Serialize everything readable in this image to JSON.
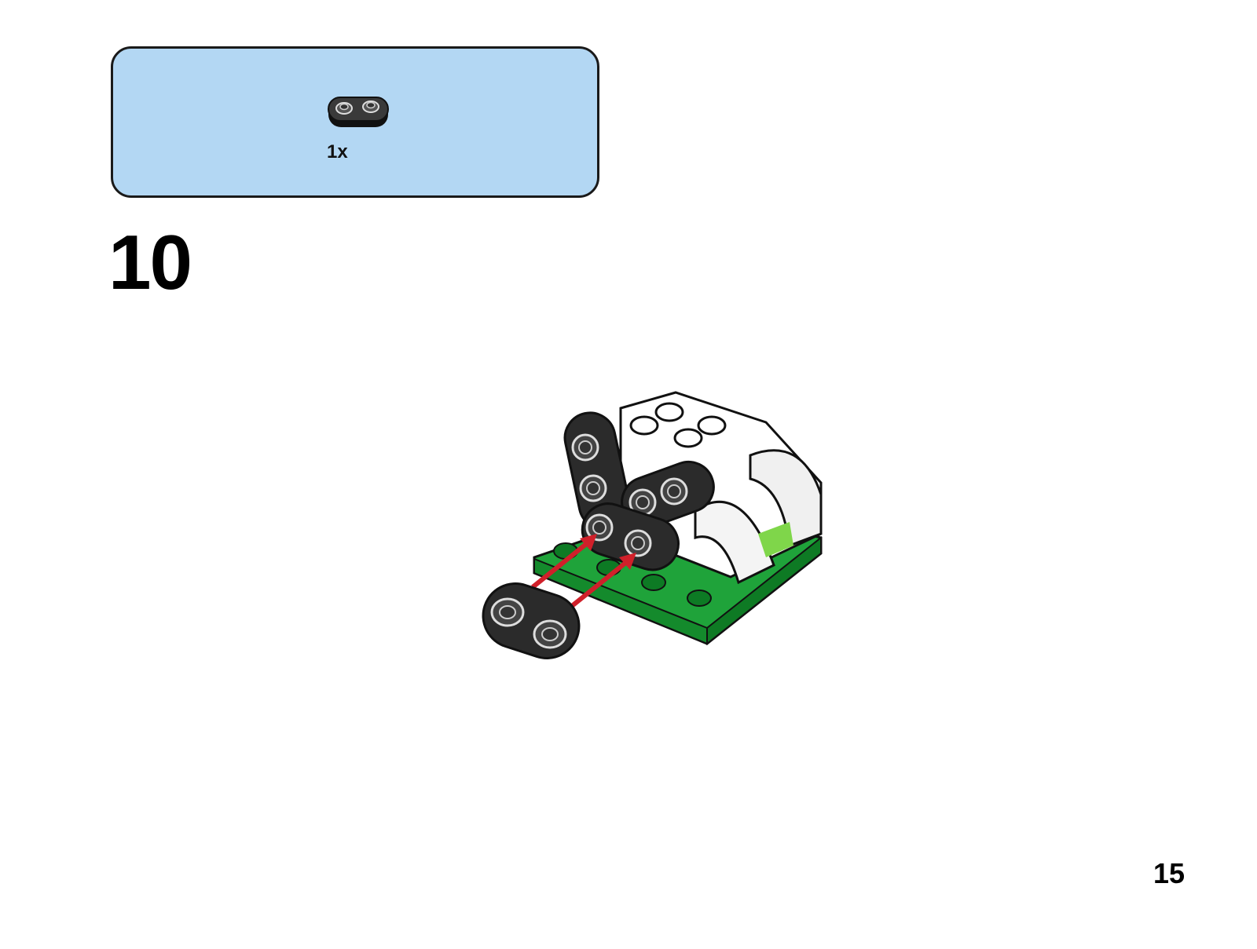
{
  "parts_callout": {
    "items": [
      {
        "icon": "black-1x2-rounded-plate-icon",
        "quantity": "1x",
        "color": "#2b2b2b"
      }
    ],
    "background": "#b3d7f3"
  },
  "step": {
    "number": "10"
  },
  "assembly": {
    "icon": "sheep-assembly-icon",
    "arrow_color": "#d0202a",
    "base_color": "#1fa33a",
    "body_color": "#ffffff",
    "head_color": "#2b2b2b"
  },
  "page": {
    "number": "15"
  }
}
